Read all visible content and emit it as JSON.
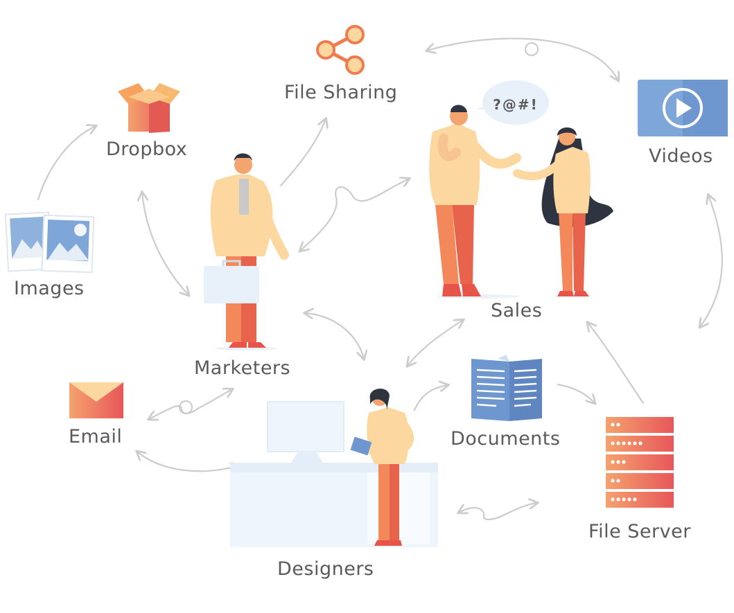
{
  "nodes": {
    "file_sharing": "File Sharing",
    "dropbox": "Dropbox",
    "videos": "Videos",
    "images": "Images",
    "marketers": "Marketers",
    "sales": "Sales",
    "email": "Email",
    "documents": "Documents",
    "file_server": "File Server",
    "designers": "Designers"
  },
  "speech_bubble": "?@#!",
  "colors": {
    "label": "#5a5a5a",
    "connector": "#cccccc",
    "orange": "#f07b4f",
    "peach": "#fcd8a0",
    "blue": "#6f97cf",
    "pale_blue": "#e8f1fa"
  }
}
